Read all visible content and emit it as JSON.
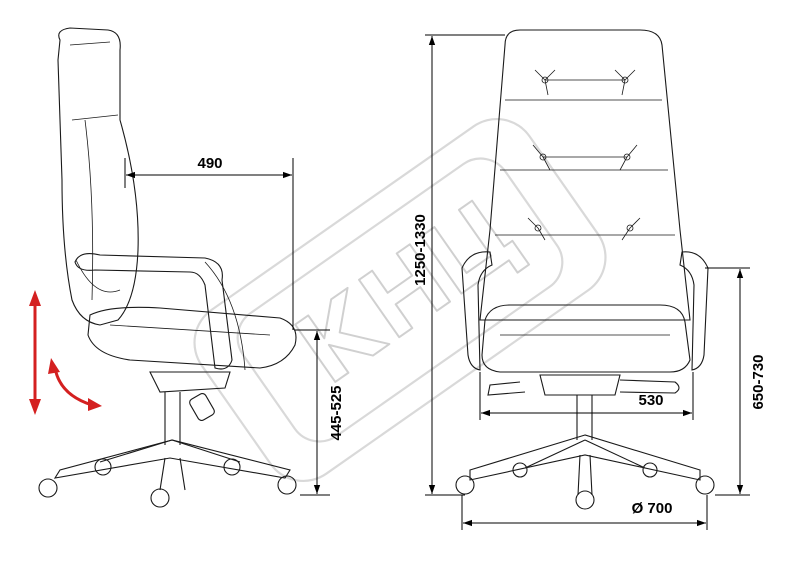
{
  "dimensions": {
    "seat_depth": "490",
    "seat_height": "445-525",
    "total_height": "1250-1330",
    "seat_width": "530",
    "armrest_height": "650-730",
    "base_diameter": "Ø 700"
  },
  "watermark": "КНЦ",
  "colors": {
    "line": "#1a1a1a",
    "adjust_arrows": "#d42020",
    "watermark": "#d9d9d9"
  }
}
